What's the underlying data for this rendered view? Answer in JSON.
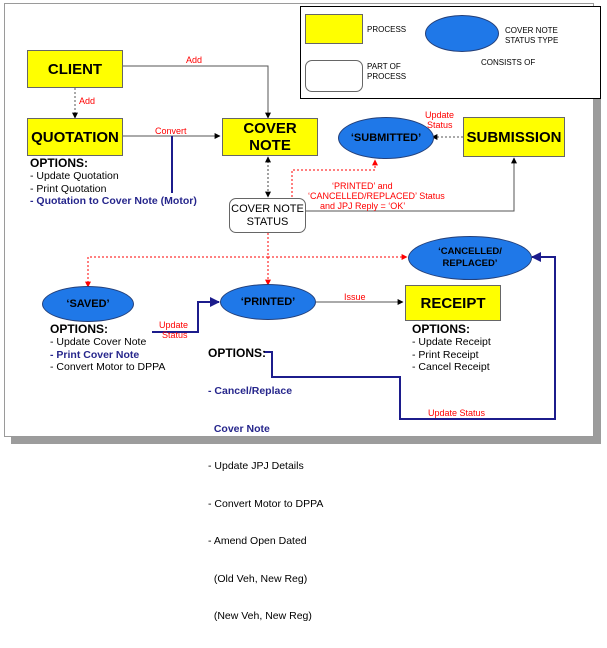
{
  "legend": {
    "process": "PROCESS",
    "part_of_process": [
      "PART OF",
      "PROCESS"
    ],
    "cover_note_status_type": [
      "COVER NOTE",
      "STATUS TYPE"
    ],
    "consists_of": "CONSISTS OF"
  },
  "processes": {
    "client": "CLIENT",
    "quotation": "QUOTATION",
    "cover_note": "COVER NOTE",
    "submission": "SUBMISSION",
    "receipt": "RECEIPT"
  },
  "status_box": [
    "COVER NOTE",
    "STATUS"
  ],
  "statuses": {
    "submitted": "‘SUBMITTED’",
    "cancelled_replaced": [
      "‘CANCELLED/",
      "REPLACED’"
    ],
    "saved": "‘SAVED’",
    "printed": "‘PRINTED’"
  },
  "edge_labels": {
    "add_top": "Add",
    "add_left": "Add",
    "convert": "Convert",
    "update_status_submitted": [
      "Update",
      "Status"
    ],
    "printed_condition": [
      "‘PRINTED’ and",
      "‘CANCELLED/REPLACED’ Status",
      "and JPJ Reply = ‘OK’"
    ],
    "update_status_printed": [
      "Update",
      "Status"
    ],
    "issue": "Issue",
    "update_status_bottom": "Update Status"
  },
  "options": {
    "quotation": {
      "heading": "OPTIONS:",
      "items": [
        "- Update Quotation",
        "- Print Quotation",
        "- Quotation to Cover Note (Motor)"
      ]
    },
    "saved": {
      "heading": "OPTIONS:",
      "items": [
        "- Update Cover Note",
        "- Print Cover Note",
        "- Convert Motor to DPPA"
      ]
    },
    "printed": {
      "heading": "OPTIONS:",
      "items": [
        "- Cancel/Replace",
        "  Cover Note",
        "- Update JPJ Details",
        "- Convert Motor to DPPA",
        "- Amend Open Dated",
        "  (Old Veh, New Reg)",
        "  (New Veh, New Reg)"
      ]
    },
    "receipt": {
      "heading": "OPTIONS:",
      "items": [
        "- Update Receipt",
        "- Print Receipt",
        "- Cancel Receipt"
      ]
    }
  },
  "colors": {
    "process_fill": "#ffff00",
    "status_fill": "#1f78e8",
    "connector_red": "#ff0000",
    "connector_blue": "#1c1c8c",
    "highlight_text": "#26268c"
  }
}
